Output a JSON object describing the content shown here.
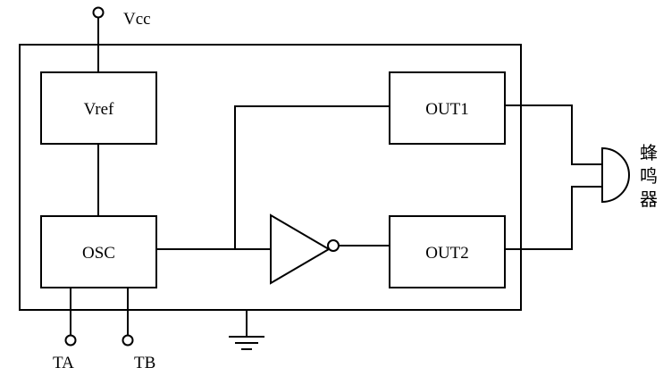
{
  "labels": {
    "vcc": "Vcc",
    "vref": "Vref",
    "osc": "OSC",
    "out1": "OUT1",
    "out2": "OUT2",
    "ta": "TA",
    "tb": "TB",
    "buzzer": [
      "蜂",
      "鸣",
      "器"
    ]
  }
}
